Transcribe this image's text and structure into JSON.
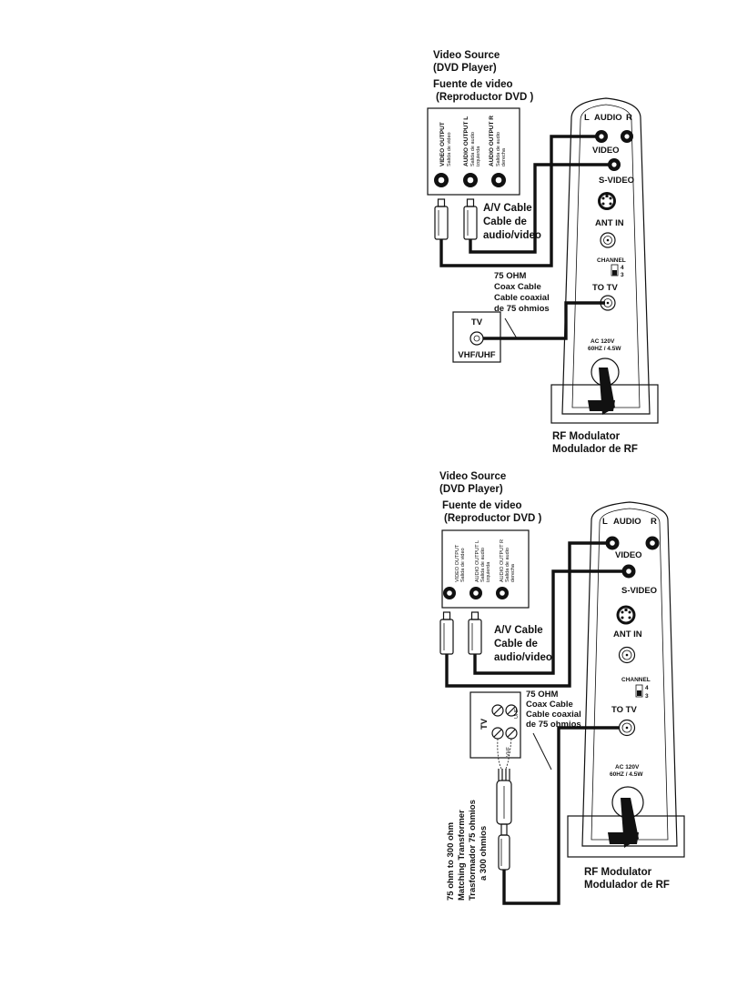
{
  "diagram1": {
    "source_title": [
      "Video Source",
      "(DVD Player)",
      "Fuente de video",
      "(Reproductor DVD )"
    ],
    "jacks": [
      {
        "en": "VIDEO OUTPUT",
        "es": "Salida de video"
      },
      {
        "en": "AUDIO OUTPUT L",
        "es": "Salida de audio",
        "es2": "izquierda"
      },
      {
        "en": "AUDIO OUTPUT R",
        "es": "Salida de audio",
        "es2": "derecha"
      }
    ],
    "av_cable": [
      "A/V Cable",
      "Cable de",
      "audio/video"
    ],
    "coax_cable": [
      "75 OHM",
      "Coax Cable",
      "Cable coaxial",
      "de 75 ohmios"
    ],
    "tv_label": "TV",
    "tv_band": "VHF/UHF",
    "modulator_labels": {
      "audio_l": "L",
      "audio": "AUDIO",
      "audio_r": "R",
      "video": "VIDEO",
      "svideo": "S-VIDEO",
      "ant_in": "ANT IN",
      "channel": "CHANNEL",
      "ch4": "4",
      "ch3": "3",
      "to_tv": "TO TV",
      "power1": "AC 120V",
      "power2": "60HZ / 4.5W"
    },
    "modulator_title": [
      "RF Modulator",
      "Modulador de RF"
    ]
  },
  "diagram2": {
    "source_title": [
      "Video Source",
      "(DVD Player)",
      "Fuente de video",
      "(Reproductor DVD )"
    ],
    "jacks": [
      {
        "en": "VIDEO OUTPUT",
        "es": "Salida de video"
      },
      {
        "en": "AUDIO OUTPUT L",
        "es": "Salida de audio",
        "es2": "izquierda"
      },
      {
        "en": "AUDIO OUTPUT R",
        "es": "Salida de audio",
        "es2": "derecha"
      }
    ],
    "av_cable": [
      "A/V Cable",
      "Cable de",
      "audio/video"
    ],
    "coax_cable": [
      "75 OHM",
      "Coax Cable",
      "Cable coaxial",
      "de 75 ohmios"
    ],
    "tv_label": "TV",
    "tv_uhf": "UHF",
    "tv_vhf": "VHF",
    "transformer": [
      "75 ohm to 300 ohm",
      "Matching Transformer",
      "Trasformador 75 ohmios",
      "a 300 ohmios"
    ],
    "modulator_labels": {
      "audio_l": "L",
      "audio": "AUDIO",
      "audio_r": "R",
      "video": "VIDEO",
      "svideo": "S-VIDEO",
      "ant_in": "ANT IN",
      "channel": "CHANNEL",
      "ch4": "4",
      "ch3": "3",
      "to_tv": "TO TV",
      "power1": "AC 120V",
      "power2": "60HZ / 4.5W"
    },
    "modulator_title": [
      "RF Modulator",
      "Modulador de RF"
    ]
  }
}
